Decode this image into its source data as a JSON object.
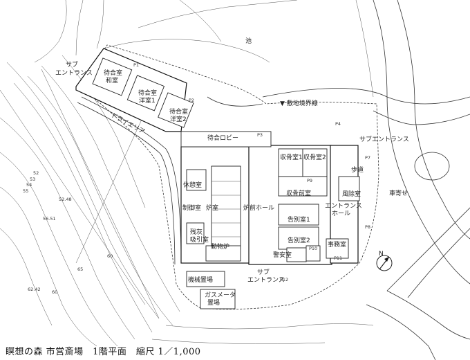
{
  "caption": "瞑想の森 市営斎場　1階平面　縮尺 1／1,000",
  "labels": {
    "pond": "池",
    "sub_entrance_nw_1": "サブ",
    "sub_entrance_nw_2": "エントランス",
    "waiting_washitsu_1": "待合室",
    "waiting_washitsu_2": "和室",
    "waiting_youshitsu1_1": "待合室",
    "waiting_youshitsu1_2": "洋室1",
    "waiting_youshitsu2_1": "待合室",
    "waiting_youshitsu2_2": "洋室2",
    "dry_area": "ドライエリア",
    "site_boundary": "▼ 敷地境界線",
    "waiting_lobby": "待合ロビー",
    "sub_entrance_e": "サブエントランス",
    "storage1": "収骨室1",
    "storage2": "収骨室2",
    "walkway": "歩道",
    "rest_room": "休憩室",
    "pre_storage": "収骨前室",
    "wind_room": "風除室",
    "carport": "車寄せ",
    "control_room": "制御室",
    "furnace_room": "炉室",
    "furnace_hall": "炉前ホール",
    "entrance_hall_1": "エントランス",
    "entrance_hall_2": "ホール",
    "farewell1": "告別室1",
    "farewell2": "告別室2",
    "ash_1": "残灰",
    "ash_2": "吸引室",
    "power_furnace": "動物炉",
    "security": "警安室",
    "office": "事務室",
    "sub_entrance_s_1": "サブ",
    "sub_entrance_s_2": "エントランス",
    "machine_room": "機械置場",
    "gas_meter_1": "ガスメータ",
    "gas_meter_2": "置場",
    "north": "N"
  },
  "point_labels": [
    "P1",
    "P2",
    "P3",
    "P4",
    "P7",
    "P8",
    "P9",
    "P10",
    "P11",
    "P12"
  ],
  "elevation_labels": [
    "52",
    "53",
    "54",
    "55",
    "52.48",
    "56.51",
    "60",
    "65",
    "62.42",
    "60"
  ]
}
